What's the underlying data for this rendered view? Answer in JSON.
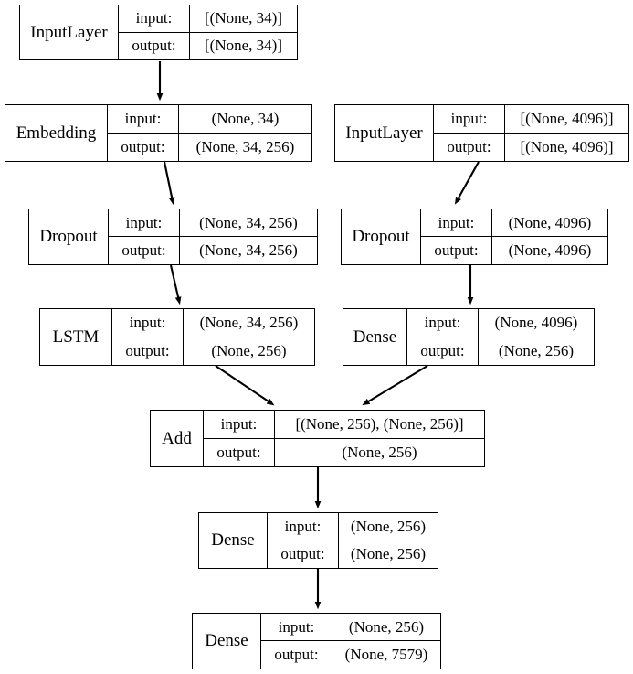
{
  "diagram": {
    "title": "Keras model architecture graph",
    "background_color": "#ffffff",
    "edge_color": "#000000",
    "node_border_color": "#000000",
    "io_labels": {
      "input": "input:",
      "output": "output:"
    },
    "nodes": [
      {
        "id": "input_layer_text",
        "name": "InputLayer",
        "input": "[(None, 34)]",
        "output": "[(None, 34)]"
      },
      {
        "id": "embedding",
        "name": "Embedding",
        "input": "(None, 34)",
        "output": "(None, 34, 256)"
      },
      {
        "id": "input_layer_image",
        "name": "InputLayer",
        "input": "[(None, 4096)]",
        "output": "[(None, 4096)]"
      },
      {
        "id": "dropout_text",
        "name": "Dropout",
        "input": "(None, 34, 256)",
        "output": "(None, 34, 256)"
      },
      {
        "id": "dropout_image",
        "name": "Dropout",
        "input": "(None, 4096)",
        "output": "(None, 4096)"
      },
      {
        "id": "lstm",
        "name": "LSTM",
        "input": "(None, 34, 256)",
        "output": "(None, 256)"
      },
      {
        "id": "dense_image",
        "name": "Dense",
        "input": "(None, 4096)",
        "output": "(None, 256)"
      },
      {
        "id": "add",
        "name": "Add",
        "input": "[(None, 256), (None, 256)]",
        "output": "(None, 256)"
      },
      {
        "id": "dense_hidden",
        "name": "Dense",
        "input": "(None, 256)",
        "output": "(None, 256)"
      },
      {
        "id": "dense_output",
        "name": "Dense",
        "input": "(None, 256)",
        "output": "(None, 7579)"
      }
    ],
    "edges": [
      {
        "from": "input_layer_text",
        "to": "embedding"
      },
      {
        "from": "embedding",
        "to": "dropout_text"
      },
      {
        "from": "dropout_text",
        "to": "lstm"
      },
      {
        "from": "input_layer_image",
        "to": "dropout_image"
      },
      {
        "from": "dropout_image",
        "to": "dense_image"
      },
      {
        "from": "lstm",
        "to": "add"
      },
      {
        "from": "dense_image",
        "to": "add"
      },
      {
        "from": "add",
        "to": "dense_hidden"
      },
      {
        "from": "dense_hidden",
        "to": "dense_output"
      }
    ]
  }
}
